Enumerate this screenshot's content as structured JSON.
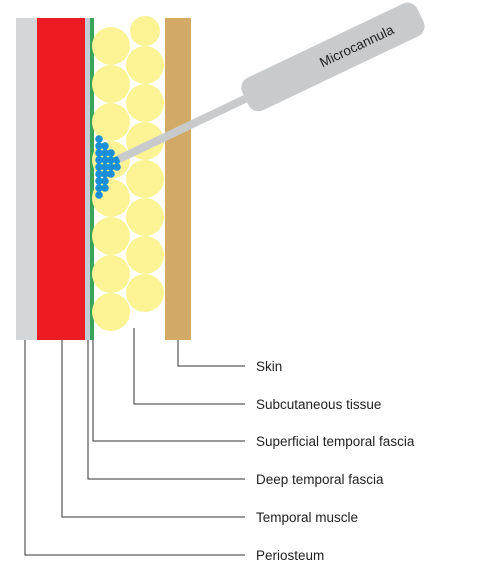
{
  "instrument": {
    "label": "Microcannula"
  },
  "layers": [
    {
      "key": "skin",
      "label": "Skin",
      "color": "#d2a967"
    },
    {
      "key": "subcutaneous",
      "label": "Subcutaneous tissue",
      "color": "#fbf394"
    },
    {
      "key": "superficial_fascia",
      "label": "Superficial temporal fascia",
      "color": "#3aa35a"
    },
    {
      "key": "deep_fascia",
      "label": "Deep temporal fascia",
      "color": "#c4ccd8"
    },
    {
      "key": "muscle",
      "label": "Temporal muscle",
      "color": "#ec1c24"
    },
    {
      "key": "periosteum",
      "label": "Periosteum",
      "color": "#d5d6d8"
    }
  ],
  "injected": {
    "color": "#1a8fd8"
  },
  "line_color": "#333333"
}
